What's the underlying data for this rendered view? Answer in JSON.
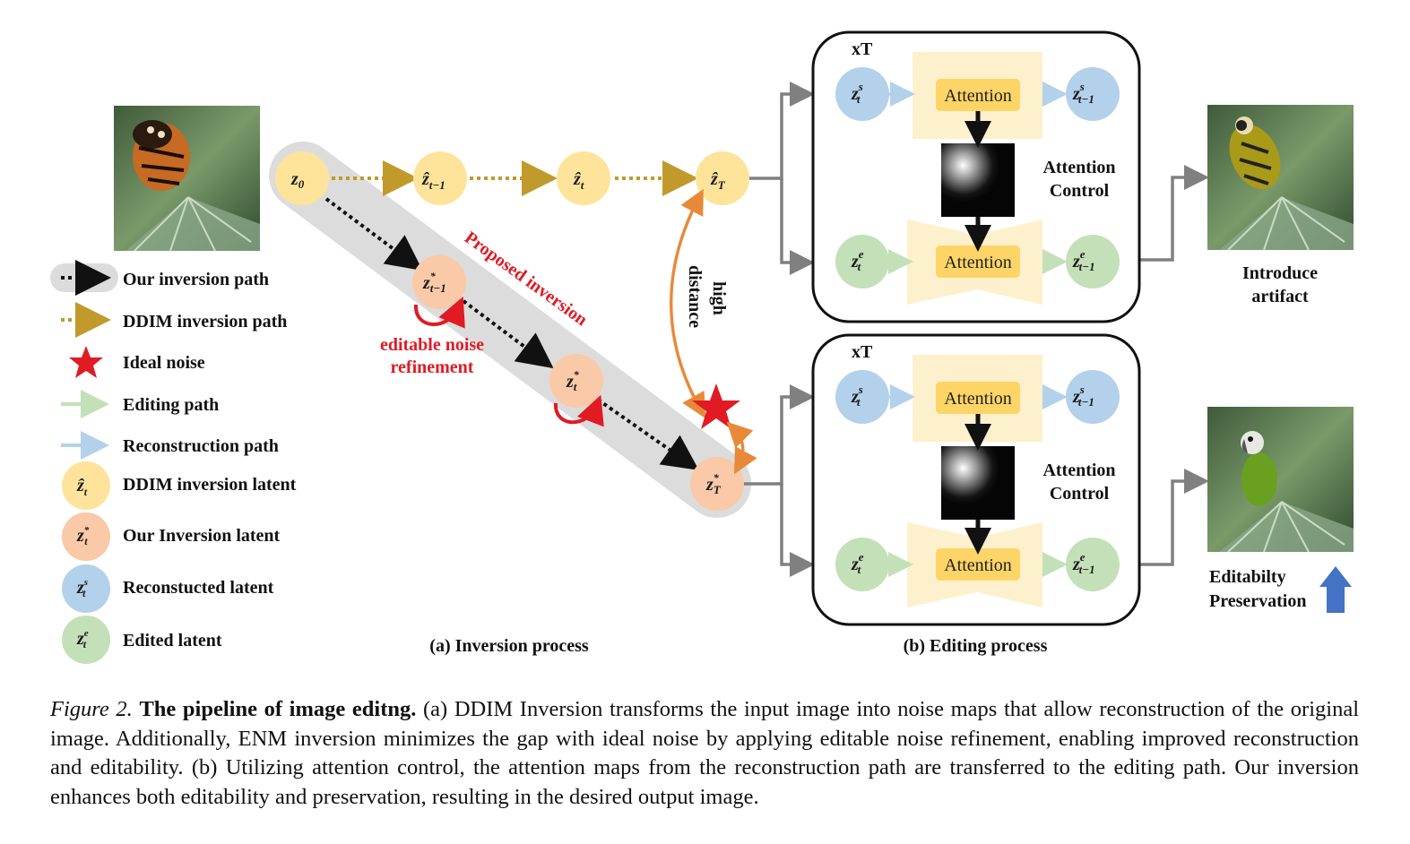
{
  "legend": {
    "items": [
      {
        "icon": "black-dotted-arrow",
        "label": "Our inversion path"
      },
      {
        "icon": "gold-dotted-arrow",
        "label": "DDIM inversion path"
      },
      {
        "icon": "red-star",
        "label": "Ideal noise"
      },
      {
        "icon": "green-arrow",
        "label": "Editing path"
      },
      {
        "icon": "blue-arrow",
        "label": "Reconstruction path"
      },
      {
        "icon": "yellow-circle",
        "symbol": "ẑt",
        "label": "DDIM inversion latent"
      },
      {
        "icon": "orange-circle",
        "symbol": "z*t",
        "label": "Our Inversion latent"
      },
      {
        "icon": "blue-circle",
        "symbol": "zst",
        "label": "Reconstucted latent"
      },
      {
        "icon": "green-circle",
        "symbol": "zet",
        "label": "Edited latent"
      }
    ]
  },
  "colors": {
    "ddim_latent": "#fde49a",
    "our_latent": "#f9c9a8",
    "recon_latent": "#b3d1ea",
    "edited_latent": "#c4e0b8",
    "ddim_path": "#c09a2a",
    "our_path": "#111111",
    "red_accent": "#e01b24",
    "orange_arrow": "#e8893a",
    "attention_box": "#fdd466",
    "unet_shape": "#fdf0cc",
    "gray_arrow": "#808080",
    "pill_bg": "#dcdcdc",
    "up_arrow": "#4472c4"
  },
  "inversion": {
    "nodes": {
      "z0": {
        "base": "z",
        "sub": "0"
      },
      "zhat_tm1": {
        "base": "ẑ",
        "sub": "t−1"
      },
      "zhat_t": {
        "base": "ẑ",
        "sub": "t"
      },
      "zhat_T": {
        "base": "ẑ",
        "sub": "T"
      },
      "zstar_tm1": {
        "base": "z",
        "sup": "*",
        "sub": "t−1"
      },
      "zstar_t": {
        "base": "z",
        "sup": "*",
        "sub": "t"
      },
      "zstar_T": {
        "base": "z",
        "sup": "*",
        "sub": "T"
      }
    },
    "proposed_label": "Proposed inversion",
    "refinement_label_line1": "editable noise",
    "refinement_label_line2": "refinement",
    "distance_line1": "high",
    "distance_line2": "distance",
    "section_label": "(a) Inversion process"
  },
  "editing": {
    "panels": [
      {
        "repeat_label": "xT",
        "attention_top": "Attention",
        "attention_bottom": "Attention",
        "control_line1": "Attention",
        "control_line2": "Control",
        "recon_in": {
          "base": "z",
          "sup": "s",
          "sub": "t"
        },
        "recon_out": {
          "base": "z",
          "sup": "s",
          "sub": "t−1"
        },
        "edit_in": {
          "base": "z",
          "sup": "e",
          "sub": "t"
        },
        "edit_out": {
          "base": "z",
          "sup": "e",
          "sub": "t−1"
        }
      },
      {
        "repeat_label": "xT",
        "attention_top": "Attention",
        "attention_bottom": "Attention",
        "control_line1": "Attention",
        "control_line2": "Control",
        "recon_in": {
          "base": "z",
          "sup": "s",
          "sub": "t"
        },
        "recon_out": {
          "base": "z",
          "sup": "s",
          "sub": "t−1"
        },
        "edit_in": {
          "base": "z",
          "sup": "e",
          "sub": "t"
        },
        "edit_out": {
          "base": "z",
          "sup": "e",
          "sub": "t−1"
        }
      }
    ],
    "section_label": "(b) Editing process"
  },
  "outputs": {
    "top_label_line1": "Introduce",
    "top_label_line2": "artifact",
    "bottom_label_line1": "Editabilty",
    "bottom_label_line2": "Preservation"
  },
  "images": {
    "input": "butterfly on leaf",
    "output_top": "artifact parrot on leaf",
    "output_bottom": "green parrot on leaf"
  },
  "caption": {
    "figure_label": "Figure 2.",
    "title": "The pipeline of image editng.",
    "body": "(a) DDIM Inversion transforms the input image into noise maps that allow reconstruction of the original image. Additionally, ENM inversion minimizes the gap with ideal noise by applying editable noise refinement, enabling improved reconstruction and editability. (b) Utilizing attention control, the attention maps from the reconstruction path are transferred to the editing path. Our inversion enhances both editability and preservation, resulting in the desired output image."
  }
}
